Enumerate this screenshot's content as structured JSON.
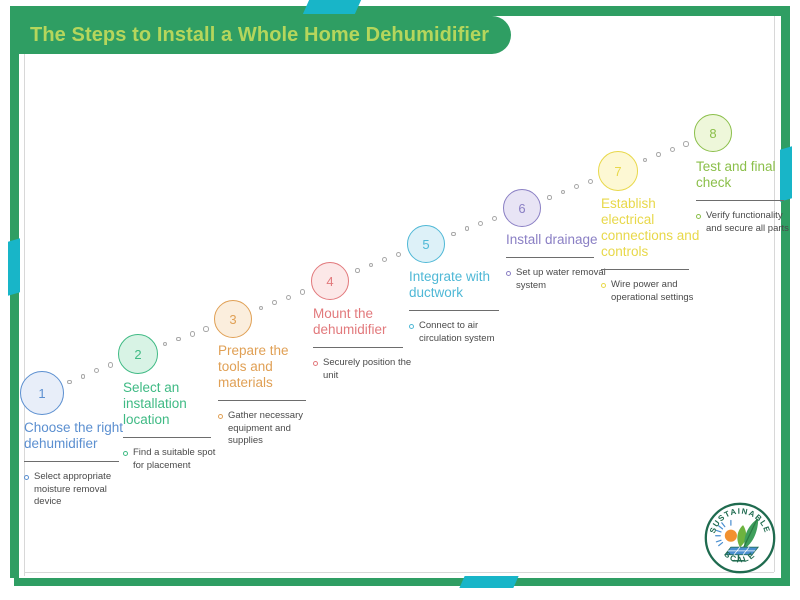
{
  "header": {
    "title": "The Steps to Install a Whole Home Dehumidifier",
    "bar_color": "#2f9e63",
    "text_color": "#b5d65c"
  },
  "frame": {
    "border_color": "#2f9e63",
    "accent_color": "#18b5c8"
  },
  "steps": [
    {
      "number": "1",
      "title": "Choose the right dehumidifier",
      "bullet": "Select appropriate moisture removal device",
      "color": "#5b8fd0",
      "fill": "#e8eef9"
    },
    {
      "number": "2",
      "title": "Select an installation location",
      "bullet": "Find a suitable spot for placement",
      "color": "#3fba84",
      "fill": "#d8f3e5"
    },
    {
      "number": "3",
      "title": "Prepare the tools and materials",
      "bullet": "Gather necessary equipment and supplies",
      "color": "#e0a055",
      "fill": "#fbeedd"
    },
    {
      "number": "4",
      "title": "Mount the dehumidifier",
      "bullet": "Securely position the unit",
      "color": "#e2797c",
      "fill": "#fce8e8"
    },
    {
      "number": "5",
      "title": "Integrate with ductwork",
      "bullet": "Connect to air circulation system",
      "color": "#4fb8d6",
      "fill": "#ddf1f8"
    },
    {
      "number": "6",
      "title": "Install drainage",
      "bullet": "Set up water removal system",
      "color": "#8a7fc4",
      "fill": "#e8e4f5"
    },
    {
      "number": "7",
      "title": "Establish electrical connections and controls",
      "bullet": "Wire power and operational settings",
      "color": "#e8d84a",
      "fill": "#fdf8d4"
    },
    {
      "number": "8",
      "title": "Test and final check",
      "bullet": "Verify functionality and secure all parts",
      "color": "#8bbf4a",
      "fill": "#eef7da"
    }
  ],
  "logo": {
    "top_text": "SUSTAINABLE",
    "bottom_text": "SCALE",
    "ring_color": "#1f6b4f"
  }
}
